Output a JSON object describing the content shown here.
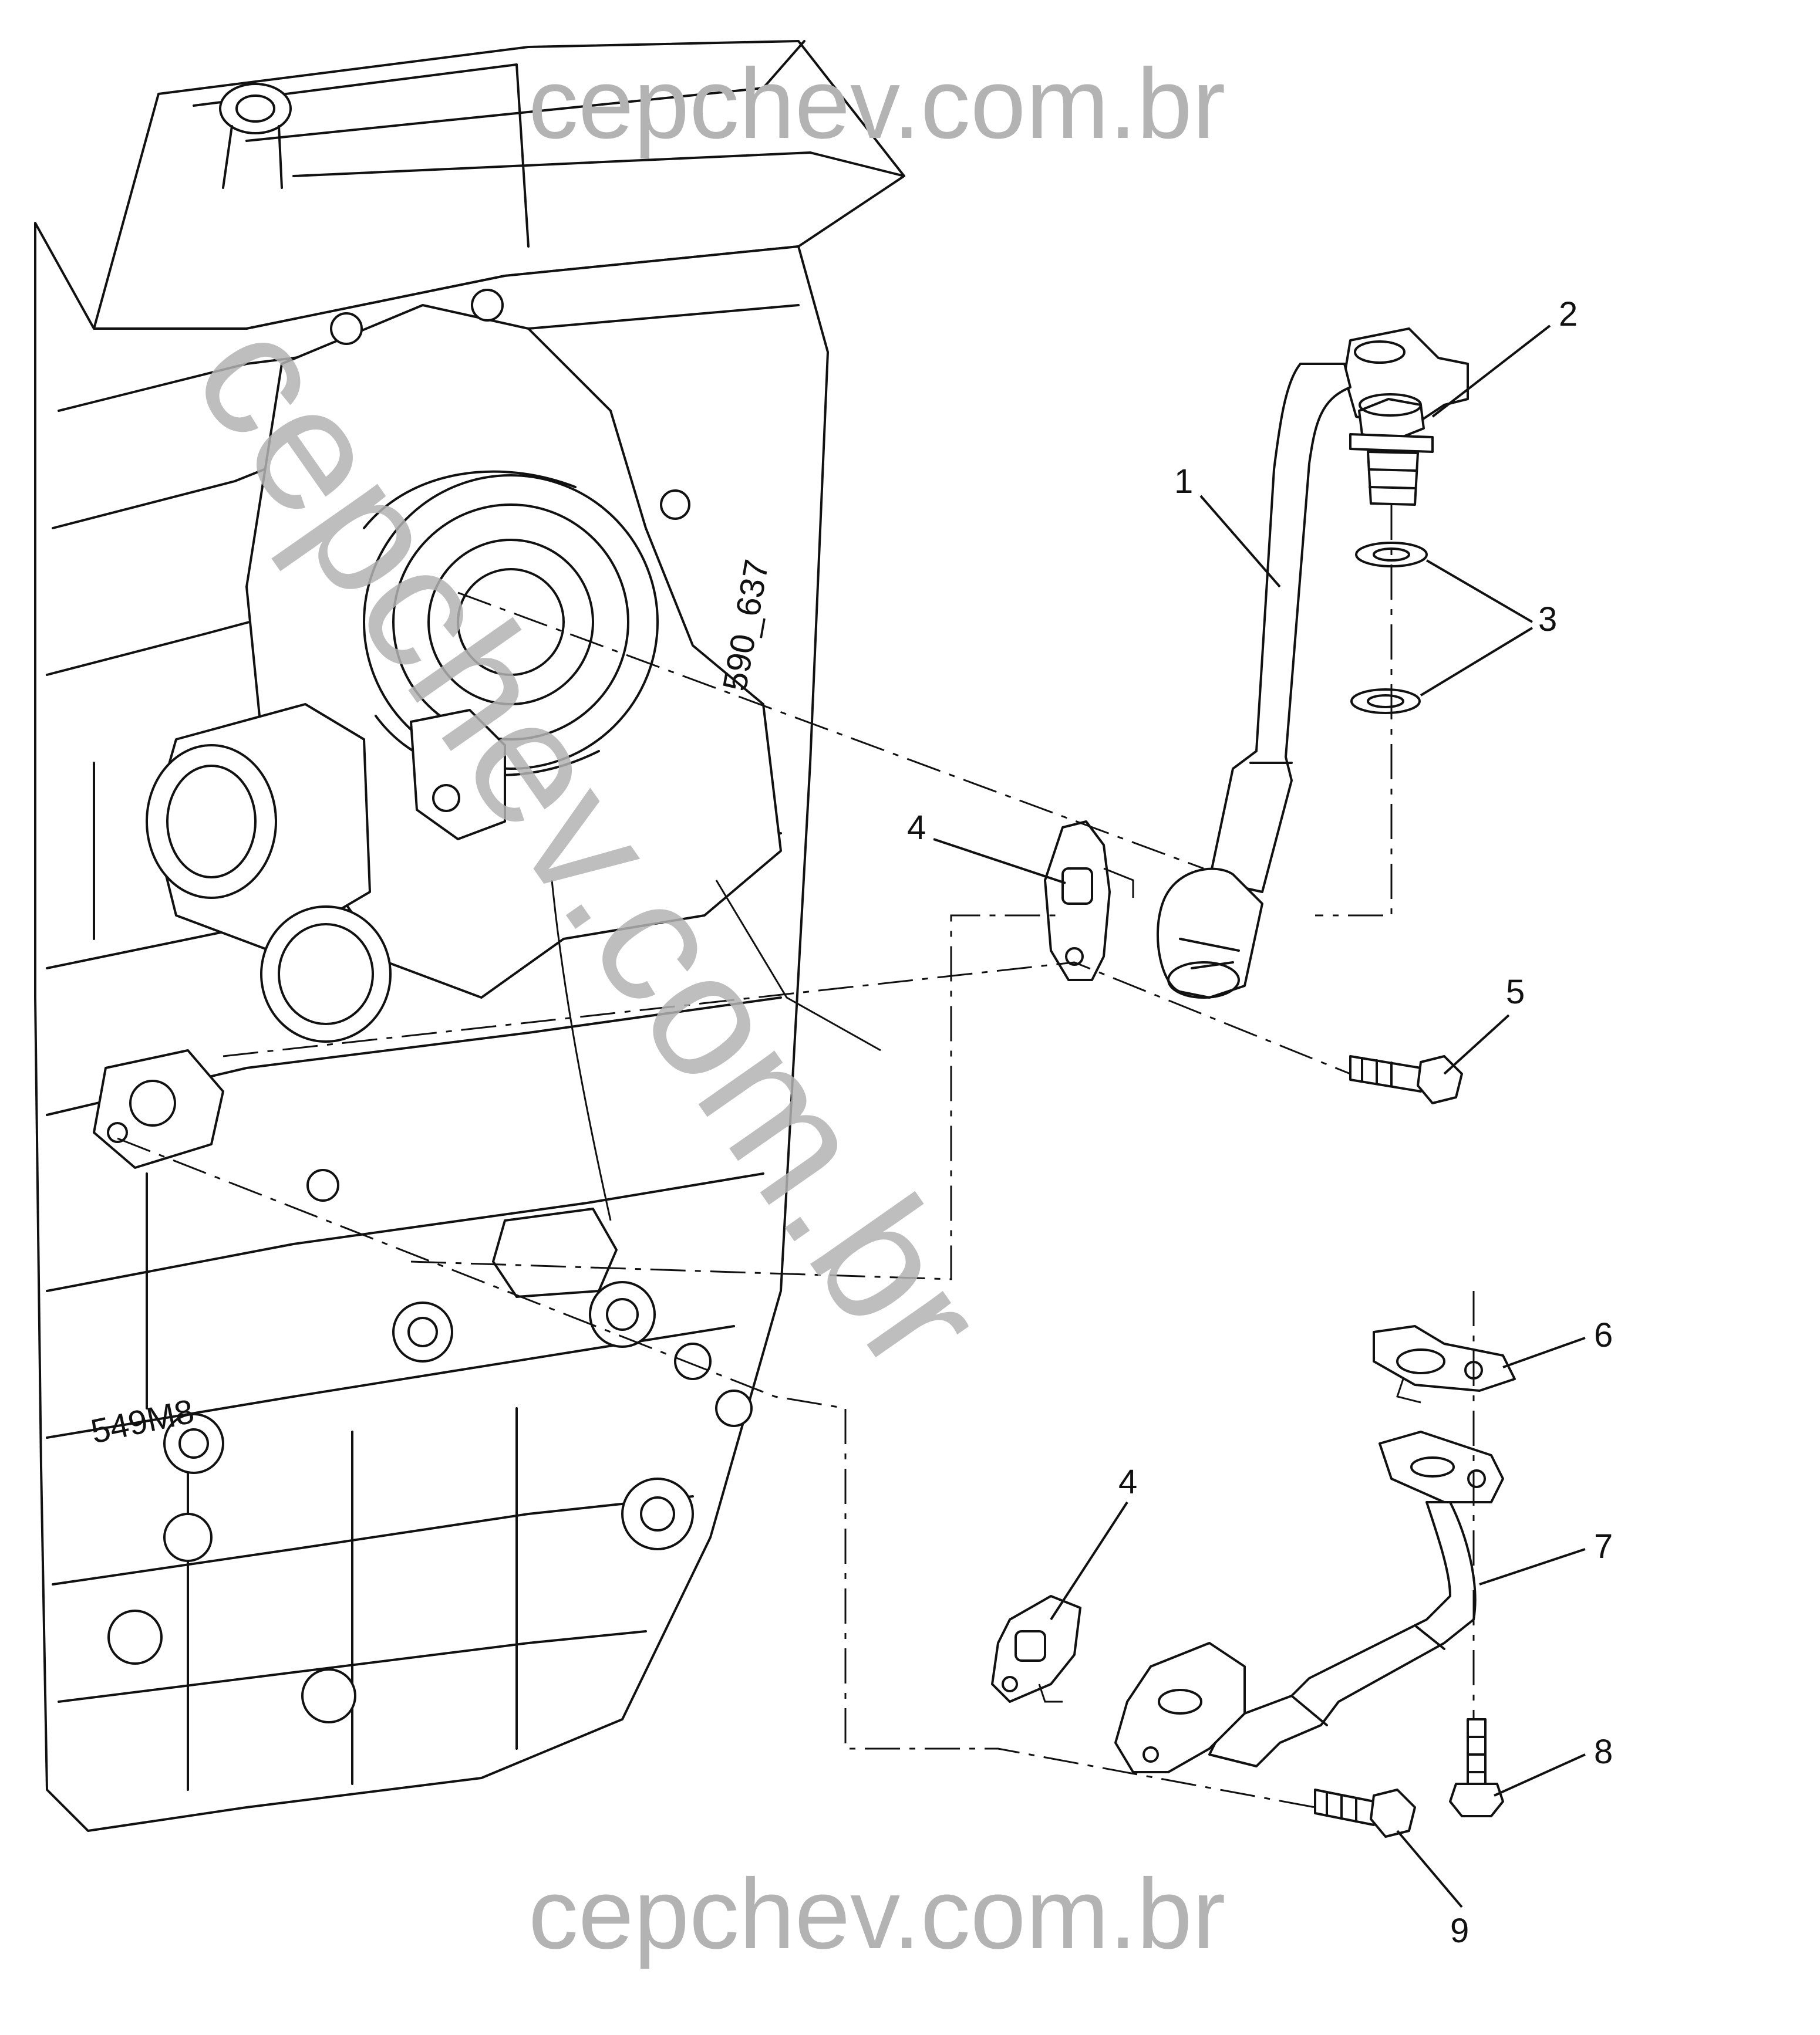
{
  "watermark": {
    "top": "cepchev.com.br",
    "diagonal": "cepchev.com.br",
    "bottom": "cepchev.com.br"
  },
  "engine_code": "590_637",
  "engine_code_2": "549M8",
  "callouts": [
    "1",
    "2",
    "3",
    "4",
    "5",
    "6",
    "7",
    "4",
    "8",
    "9"
  ]
}
